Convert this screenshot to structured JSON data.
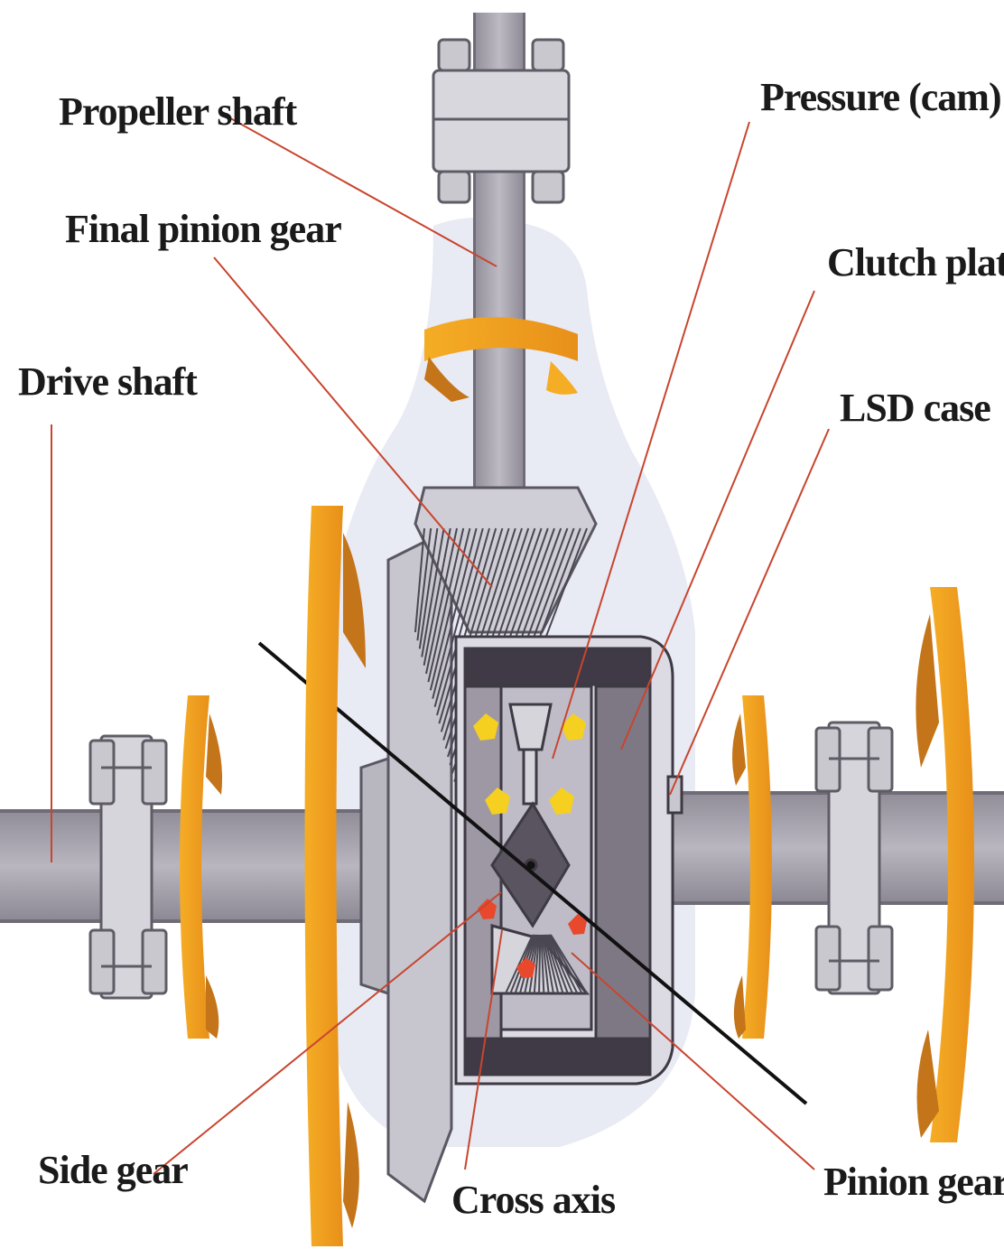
{
  "diagram": {
    "labels": {
      "propeller_shaft": "Propeller shaft",
      "final_pinion_gear": "Final pinion gear",
      "drive_shaft": "Drive shaft",
      "pressure_cam_ring": "Pressure (cam) ring",
      "clutch_plates": "Clutch plates",
      "lsd_case": "LSD case",
      "side_gear": "Side gear",
      "cross_axis": "Cross axis",
      "pinion_gears": "Pinion gears"
    },
    "colors": {
      "leader_line": "#c8452e",
      "rotation_arrow": "#f2a21b",
      "rotation_arrow_dark": "#c4751a",
      "shaft": "#a9a6af",
      "housing": "#d7d8e3",
      "case_dark": "#4a4550",
      "hot_spot_yellow": "#f5d020",
      "hot_spot_red": "#e8482c"
    }
  }
}
